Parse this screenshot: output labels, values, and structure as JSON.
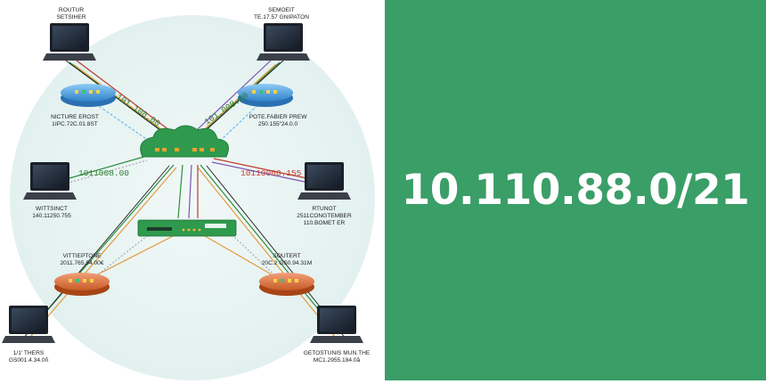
{
  "headline": "10.110.88.0/21",
  "colors": {
    "panel_bg": "#3a9e67",
    "text": "#ffffff",
    "cloud": "#2f9a4d",
    "router_blue": "#4a9fe0",
    "router_orange": "#e0743a"
  },
  "diagram": {
    "labels": {
      "top_left_pc": [
        "ROUTUR",
        "SETSIHER"
      ],
      "top_right_pc": [
        "SEMOEIT",
        "TE.17.57 GNIPATON"
      ],
      "left_router": [
        "NICTURE EROST",
        "1IPC.72C.01.8ST"
      ],
      "right_router": [
        "POTE.FABIER PREW",
        "250.155“24.0.0"
      ],
      "mid_left_pc": [
        "WITTSINCT",
        "140.11250.755"
      ],
      "mid_right_pc": [
        "RTUNOT",
        "2511CONGTEMBER",
        "110.BOMET ER"
      ],
      "bl_router": [
        "VITTIEPTONE",
        "2011.765.94.00€"
      ],
      "br_router": [
        "SOUTERT",
        "20C.2 GS0.94.31M"
      ],
      "bottom_left_pc": [
        "1/1' THERS",
        "GS001.4.34.0ñ"
      ],
      "bottom_right_pc": [
        "GETOSTUNIS MUN.THE",
        "MC1.2955.184.0å"
      ]
    },
    "ip_tags": {
      "upper_left": "101.108.00",
      "upper_right": "101.008.00",
      "mid_left": "1011008.00",
      "mid_right": "10110008.155"
    },
    "icons": [
      "laptop-icon",
      "router-icon",
      "cloud-icon",
      "switch-icon"
    ]
  }
}
